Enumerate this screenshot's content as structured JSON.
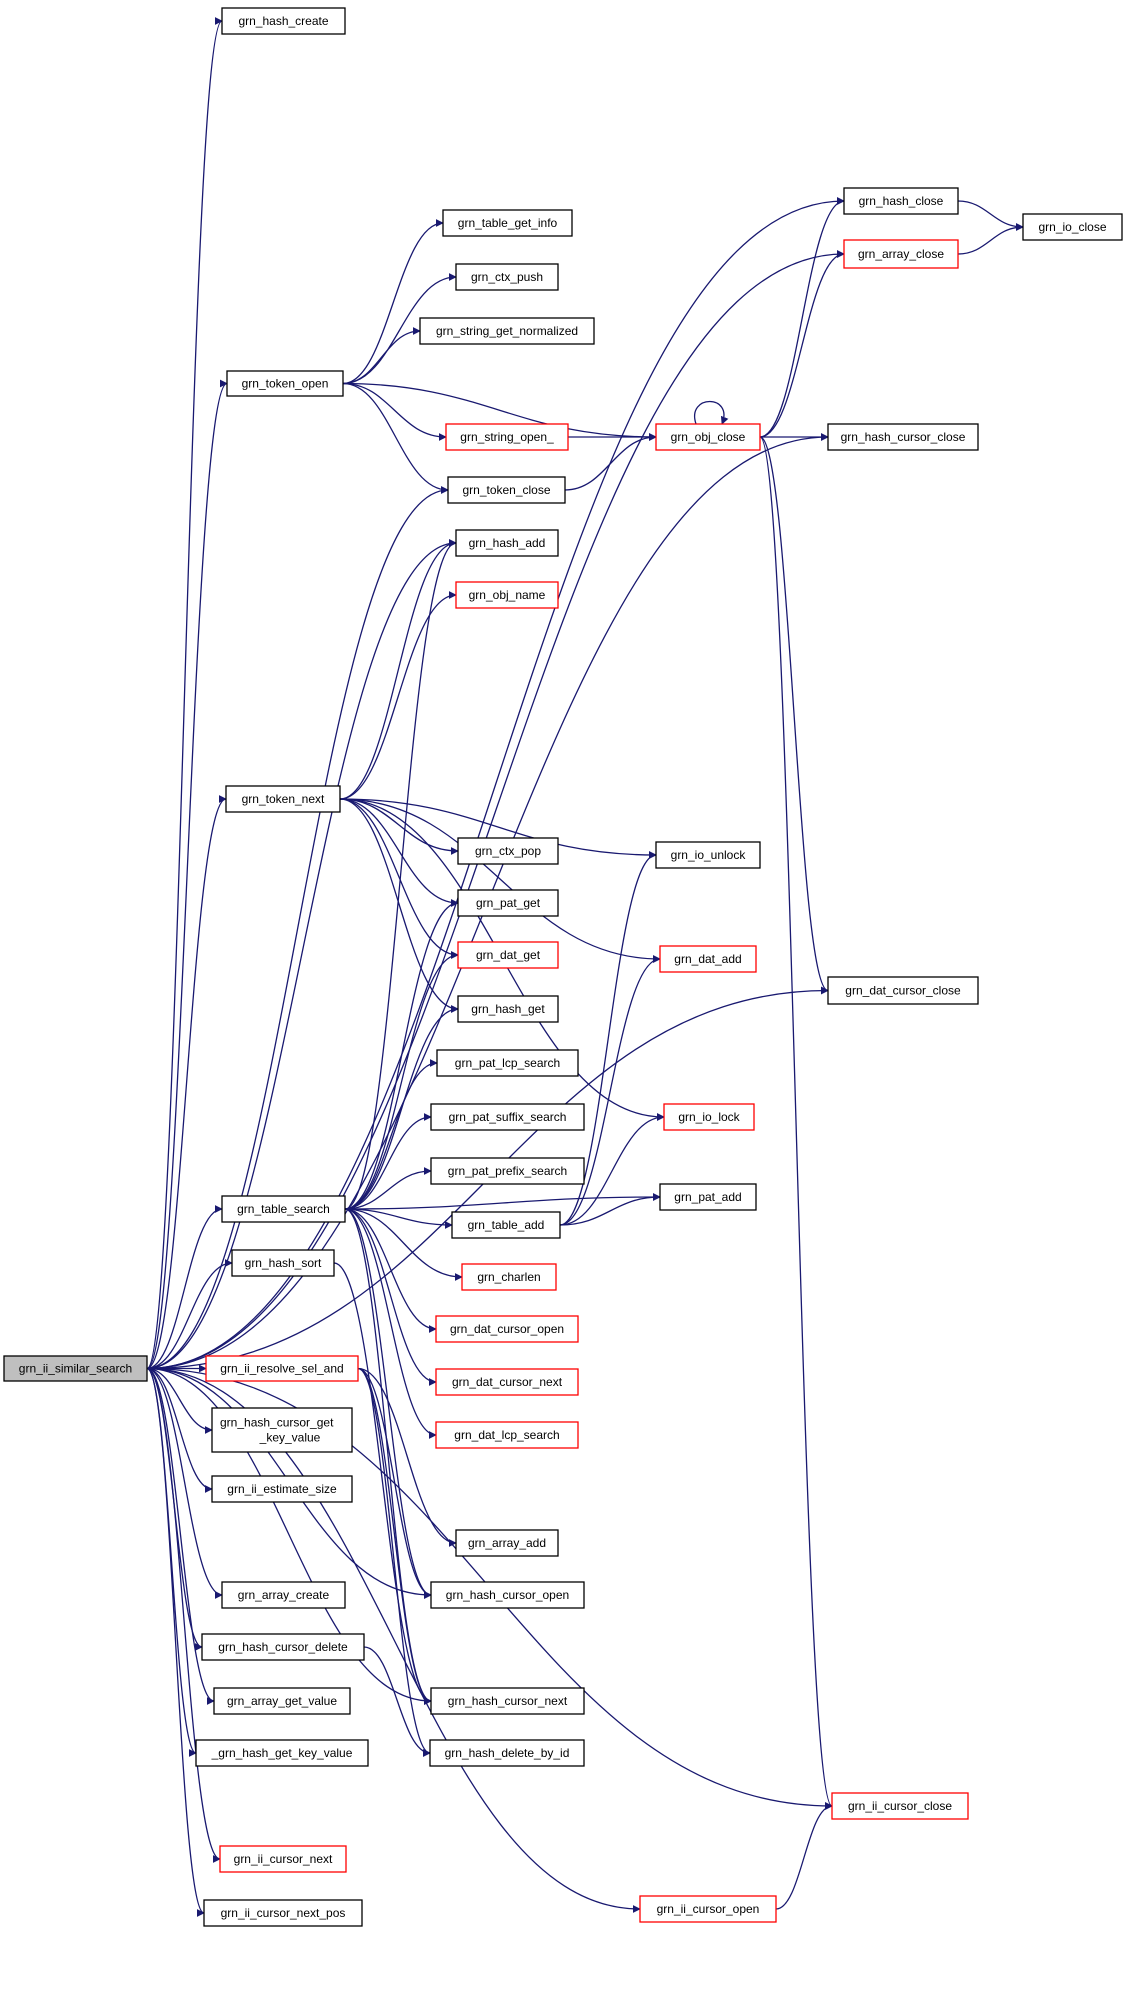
{
  "colors": {
    "edge": "#191970",
    "border_normal": "#000000",
    "border_truncated": "#ff0000",
    "root_fill": "#bfbfbf",
    "node_fill": "#ffffff"
  },
  "nodes": [
    {
      "id": "grn_ii_similar_search",
      "lines": [
        "grn_ii_similar_search"
      ],
      "kind": "root"
    },
    {
      "id": "grn_hash_create",
      "lines": [
        "grn_hash_create"
      ],
      "kind": "normal"
    },
    {
      "id": "grn_hash_close",
      "lines": [
        "grn_hash_close"
      ],
      "kind": "normal"
    },
    {
      "id": "grn_io_close",
      "lines": [
        "grn_io_close"
      ],
      "kind": "normal"
    },
    {
      "id": "grn_array_close",
      "lines": [
        "grn_array_close"
      ],
      "kind": "truncated"
    },
    {
      "id": "grn_table_get_info",
      "lines": [
        "grn_table_get_info"
      ],
      "kind": "normal"
    },
    {
      "id": "grn_ctx_push",
      "lines": [
        "grn_ctx_push"
      ],
      "kind": "normal"
    },
    {
      "id": "grn_string_get_normalized",
      "lines": [
        "grn_string_get_normalized"
      ],
      "kind": "normal"
    },
    {
      "id": "grn_token_open",
      "lines": [
        "grn_token_open"
      ],
      "kind": "normal"
    },
    {
      "id": "grn_string_open_",
      "lines": [
        "grn_string_open_"
      ],
      "kind": "truncated"
    },
    {
      "id": "grn_obj_close",
      "lines": [
        "grn_obj_close"
      ],
      "kind": "truncated"
    },
    {
      "id": "grn_hash_cursor_close",
      "lines": [
        "grn_hash_cursor_close"
      ],
      "kind": "normal"
    },
    {
      "id": "grn_token_close",
      "lines": [
        "grn_token_close"
      ],
      "kind": "normal"
    },
    {
      "id": "grn_hash_add",
      "lines": [
        "grn_hash_add"
      ],
      "kind": "normal"
    },
    {
      "id": "grn_obj_name",
      "lines": [
        "grn_obj_name"
      ],
      "kind": "truncated"
    },
    {
      "id": "grn_token_next",
      "lines": [
        "grn_token_next"
      ],
      "kind": "normal"
    },
    {
      "id": "grn_ctx_pop",
      "lines": [
        "grn_ctx_pop"
      ],
      "kind": "normal"
    },
    {
      "id": "grn_io_unlock",
      "lines": [
        "grn_io_unlock"
      ],
      "kind": "normal"
    },
    {
      "id": "grn_pat_get",
      "lines": [
        "grn_pat_get"
      ],
      "kind": "normal"
    },
    {
      "id": "grn_dat_get",
      "lines": [
        "grn_dat_get"
      ],
      "kind": "truncated"
    },
    {
      "id": "grn_dat_add",
      "lines": [
        "grn_dat_add"
      ],
      "kind": "truncated"
    },
    {
      "id": "grn_dat_cursor_close",
      "lines": [
        "grn_dat_cursor_close"
      ],
      "kind": "normal"
    },
    {
      "id": "grn_hash_get",
      "lines": [
        "grn_hash_get"
      ],
      "kind": "normal"
    },
    {
      "id": "grn_pat_lcp_search",
      "lines": [
        "grn_pat_lcp_search"
      ],
      "kind": "normal"
    },
    {
      "id": "grn_pat_suffix_search",
      "lines": [
        "grn_pat_suffix_search"
      ],
      "kind": "normal"
    },
    {
      "id": "grn_io_lock",
      "lines": [
        "grn_io_lock"
      ],
      "kind": "truncated"
    },
    {
      "id": "grn_pat_prefix_search",
      "lines": [
        "grn_pat_prefix_search"
      ],
      "kind": "normal"
    },
    {
      "id": "grn_pat_add",
      "lines": [
        "grn_pat_add"
      ],
      "kind": "normal"
    },
    {
      "id": "grn_table_search",
      "lines": [
        "grn_table_search"
      ],
      "kind": "normal"
    },
    {
      "id": "grn_table_add",
      "lines": [
        "grn_table_add"
      ],
      "kind": "normal"
    },
    {
      "id": "grn_hash_sort",
      "lines": [
        "grn_hash_sort"
      ],
      "kind": "normal"
    },
    {
      "id": "grn_charlen",
      "lines": [
        "grn_charlen"
      ],
      "kind": "truncated"
    },
    {
      "id": "grn_dat_cursor_open",
      "lines": [
        "grn_dat_cursor_open"
      ],
      "kind": "truncated"
    },
    {
      "id": "grn_ii_resolve_sel_and",
      "lines": [
        "grn_ii_resolve_sel_and"
      ],
      "kind": "truncated"
    },
    {
      "id": "grn_dat_cursor_next",
      "lines": [
        "grn_dat_cursor_next"
      ],
      "kind": "truncated"
    },
    {
      "id": "grn_hash_cursor_get_key_value",
      "lines": [
        "grn_hash_cursor_get",
        "_key_value"
      ],
      "kind": "normal"
    },
    {
      "id": "grn_dat_lcp_search",
      "lines": [
        "grn_dat_lcp_search"
      ],
      "kind": "truncated"
    },
    {
      "id": "grn_ii_estimate_size",
      "lines": [
        "grn_ii_estimate_size"
      ],
      "kind": "normal"
    },
    {
      "id": "grn_array_add",
      "lines": [
        "grn_array_add"
      ],
      "kind": "normal"
    },
    {
      "id": "grn_array_create",
      "lines": [
        "grn_array_create"
      ],
      "kind": "normal"
    },
    {
      "id": "grn_hash_cursor_open",
      "lines": [
        "grn_hash_cursor_open"
      ],
      "kind": "normal"
    },
    {
      "id": "grn_hash_cursor_delete",
      "lines": [
        "grn_hash_cursor_delete"
      ],
      "kind": "normal"
    },
    {
      "id": "grn_array_get_value",
      "lines": [
        "grn_array_get_value"
      ],
      "kind": "normal"
    },
    {
      "id": "grn_hash_cursor_next",
      "lines": [
        "grn_hash_cursor_next"
      ],
      "kind": "normal"
    },
    {
      "id": "_grn_hash_get_key_value",
      "lines": [
        "_grn_hash_get_key_value"
      ],
      "kind": "normal"
    },
    {
      "id": "grn_hash_delete_by_id",
      "lines": [
        "grn_hash_delete_by_id"
      ],
      "kind": "normal"
    },
    {
      "id": "grn_ii_cursor_close",
      "lines": [
        "grn_ii_cursor_close"
      ],
      "kind": "truncated"
    },
    {
      "id": "grn_ii_cursor_next",
      "lines": [
        "grn_ii_cursor_next"
      ],
      "kind": "truncated"
    },
    {
      "id": "grn_ii_cursor_open",
      "lines": [
        "grn_ii_cursor_open"
      ],
      "kind": "truncated"
    },
    {
      "id": "grn_ii_cursor_next_pos",
      "lines": [
        "grn_ii_cursor_next_pos"
      ],
      "kind": "normal"
    }
  ],
  "edges": [
    [
      "grn_ii_similar_search",
      "grn_hash_create"
    ],
    [
      "grn_ii_similar_search",
      "grn_hash_close"
    ],
    [
      "grn_ii_similar_search",
      "grn_array_close"
    ],
    [
      "grn_ii_similar_search",
      "grn_hash_cursor_close"
    ],
    [
      "grn_ii_similar_search",
      "grn_token_open"
    ],
    [
      "grn_ii_similar_search",
      "grn_token_close"
    ],
    [
      "grn_ii_similar_search",
      "grn_hash_add"
    ],
    [
      "grn_ii_similar_search",
      "grn_token_next"
    ],
    [
      "grn_ii_similar_search",
      "grn_table_search"
    ],
    [
      "grn_ii_similar_search",
      "grn_hash_sort"
    ],
    [
      "grn_ii_similar_search",
      "grn_ii_resolve_sel_and"
    ],
    [
      "grn_ii_similar_search",
      "grn_hash_cursor_get_key_value"
    ],
    [
      "grn_ii_similar_search",
      "grn_ii_estimate_size"
    ],
    [
      "grn_ii_similar_search",
      "grn_array_create"
    ],
    [
      "grn_ii_similar_search",
      "grn_hash_cursor_delete"
    ],
    [
      "grn_ii_similar_search",
      "grn_array_get_value"
    ],
    [
      "grn_ii_similar_search",
      "_grn_hash_get_key_value"
    ],
    [
      "grn_ii_similar_search",
      "grn_ii_cursor_next"
    ],
    [
      "grn_ii_similar_search",
      "grn_ii_cursor_next_pos"
    ],
    [
      "grn_ii_similar_search",
      "grn_ii_cursor_close"
    ],
    [
      "grn_ii_similar_search",
      "grn_ii_cursor_open"
    ],
    [
      "grn_ii_similar_search",
      "grn_hash_cursor_open"
    ],
    [
      "grn_ii_similar_search",
      "grn_hash_cursor_next"
    ],
    [
      "grn_ii_similar_search",
      "grn_dat_cursor_close"
    ],
    [
      "grn_hash_close",
      "grn_io_close"
    ],
    [
      "grn_array_close",
      "grn_io_close"
    ],
    [
      "grn_token_open",
      "grn_table_get_info"
    ],
    [
      "grn_token_open",
      "grn_ctx_push"
    ],
    [
      "grn_token_open",
      "grn_string_get_normalized"
    ],
    [
      "grn_token_open",
      "grn_string_open_"
    ],
    [
      "grn_token_open",
      "grn_obj_close"
    ],
    [
      "grn_token_open",
      "grn_token_close"
    ],
    [
      "grn_string_open_",
      "grn_obj_close"
    ],
    [
      "grn_token_close",
      "grn_obj_close"
    ],
    [
      "grn_obj_close",
      "grn_obj_close"
    ],
    [
      "grn_obj_close",
      "grn_hash_close"
    ],
    [
      "grn_obj_close",
      "grn_array_close"
    ],
    [
      "grn_obj_close",
      "grn_hash_cursor_close"
    ],
    [
      "grn_obj_close",
      "grn_dat_cursor_close"
    ],
    [
      "grn_obj_close",
      "grn_ii_cursor_close"
    ],
    [
      "grn_token_next",
      "grn_hash_add"
    ],
    [
      "grn_token_next",
      "grn_obj_name"
    ],
    [
      "grn_token_next",
      "grn_io_unlock"
    ],
    [
      "grn_token_next",
      "grn_dat_add"
    ],
    [
      "grn_token_next",
      "grn_io_lock"
    ],
    [
      "grn_token_next",
      "grn_ctx_pop"
    ],
    [
      "grn_token_next",
      "grn_pat_get"
    ],
    [
      "grn_token_next",
      "grn_dat_get"
    ],
    [
      "grn_token_next",
      "grn_hash_get"
    ],
    [
      "grn_table_search",
      "grn_hash_add"
    ],
    [
      "grn_table_search",
      "grn_pat_get"
    ],
    [
      "grn_table_search",
      "grn_dat_get"
    ],
    [
      "grn_table_search",
      "grn_hash_get"
    ],
    [
      "grn_table_search",
      "grn_pat_lcp_search"
    ],
    [
      "grn_table_search",
      "grn_pat_suffix_search"
    ],
    [
      "grn_table_search",
      "grn_pat_prefix_search"
    ],
    [
      "grn_table_search",
      "grn_table_add"
    ],
    [
      "grn_table_search",
      "grn_charlen"
    ],
    [
      "grn_table_search",
      "grn_dat_cursor_open"
    ],
    [
      "grn_table_search",
      "grn_dat_cursor_next"
    ],
    [
      "grn_table_search",
      "grn_dat_lcp_search"
    ],
    [
      "grn_table_search",
      "grn_hash_cursor_open"
    ],
    [
      "grn_table_search",
      "grn_hash_cursor_next"
    ],
    [
      "grn_table_search",
      "grn_pat_add"
    ],
    [
      "grn_table_add",
      "grn_io_unlock"
    ],
    [
      "grn_table_add",
      "grn_dat_add"
    ],
    [
      "grn_table_add",
      "grn_io_lock"
    ],
    [
      "grn_table_add",
      "grn_pat_add"
    ],
    [
      "grn_hash_sort",
      "grn_hash_cursor_next"
    ],
    [
      "grn_ii_resolve_sel_and",
      "grn_array_add"
    ],
    [
      "grn_ii_resolve_sel_and",
      "grn_hash_cursor_open"
    ],
    [
      "grn_ii_resolve_sel_and",
      "grn_hash_cursor_next"
    ],
    [
      "grn_ii_resolve_sel_and",
      "grn_hash_delete_by_id"
    ],
    [
      "grn_hash_cursor_delete",
      "grn_hash_delete_by_id"
    ],
    [
      "grn_ii_cursor_open",
      "grn_ii_cursor_close"
    ]
  ]
}
